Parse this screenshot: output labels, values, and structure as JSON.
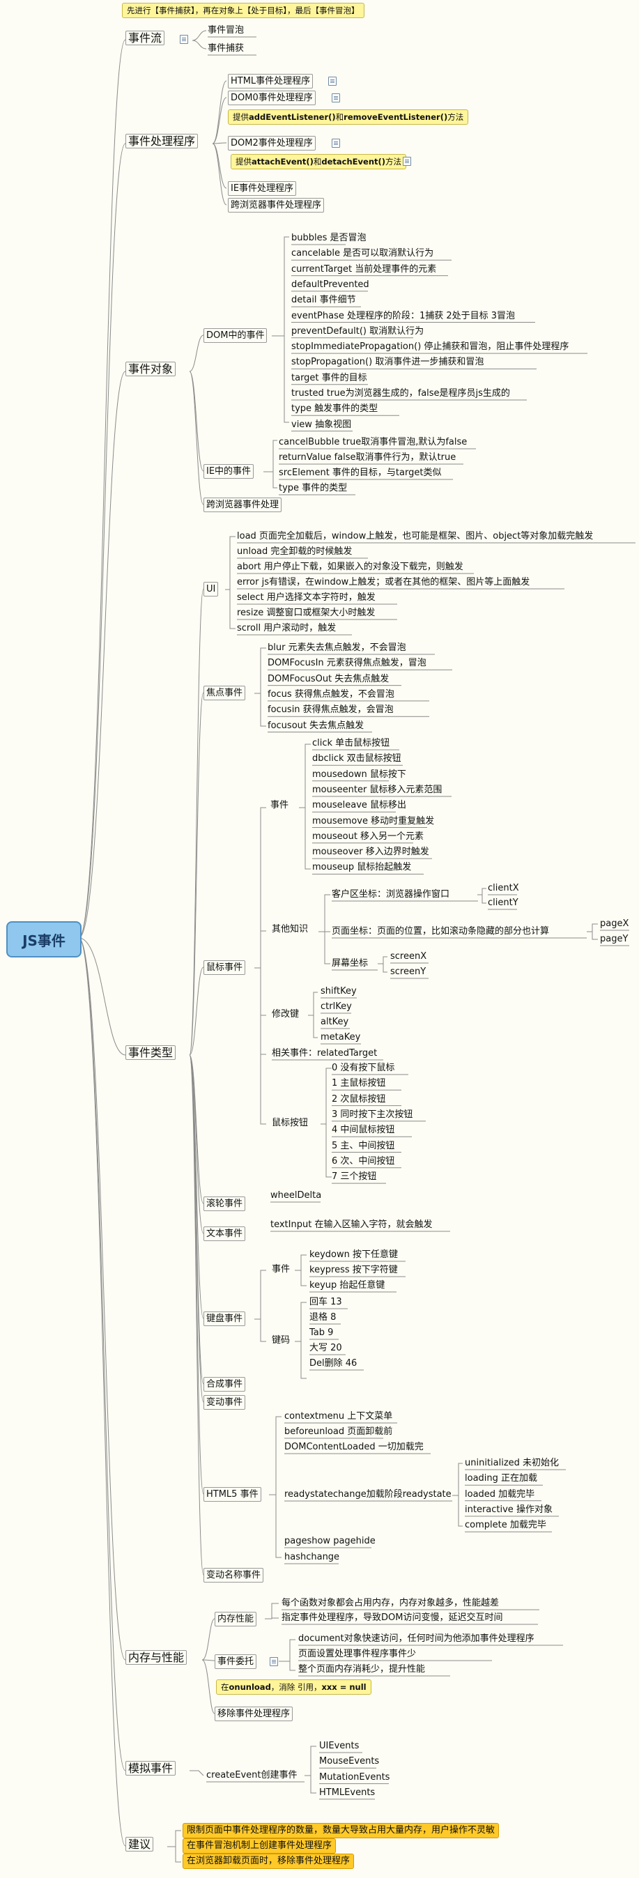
{
  "root": "JS事件",
  "topNote": "先进行【事件捕获】，再在对象上【处于目标】，最后【事件冒泡】",
  "flow": {
    "label": "事件流",
    "items": [
      "事件冒泡",
      "事件捕获"
    ]
  },
  "handler": {
    "label": "事件处理程序",
    "html": "HTML事件处理程序",
    "dom0": "DOM0事件处理程序",
    "dom2Pre": "提供",
    "dom2Add": "addEventListener()",
    "dom2Mid": "和",
    "dom2Remove": "removeEventListener()",
    "dom2Post": "方法",
    "dom2": "DOM2事件处理程序",
    "iePre": "提供",
    "ieAttach": "attachEvent()",
    "ieMid": "和",
    "ieDetach": "detachEvent()",
    "iePost": "方法",
    "ie": "IE事件处理程序",
    "cross": "跨浏览器事件处理程序"
  },
  "eventObj": {
    "label": "事件对象",
    "dom": {
      "label": "DOM中的事件",
      "items": [
        "bubbles 是否冒泡",
        "cancelable 是否可以取消默认行为",
        "currentTarget 当前处理事件的元素",
        "defaultPrevented",
        "detail 事件细节",
        "eventPhase 处理程序的阶段：1捕获 2处于目标 3冒泡",
        "preventDefault() 取消默认行为",
        "stopImmediatePropagation() 停止捕获和冒泡，阻止事件处理程序",
        "stopPropagation() 取消事件进一步捕获和冒泡",
        "target 事件的目标",
        "trusted true为浏览器生成的，false是程序员js生成的",
        "type 触发事件的类型",
        "view 抽象视图"
      ]
    },
    "ie": {
      "label": "IE中的事件",
      "items": [
        "cancelBubble true取消事件冒泡,默认为false",
        "returnValue false取消事件行为，默认true",
        "srcElement 事件的目标，与target类似",
        "type 事件的类型"
      ]
    },
    "cross": "跨浏览器事件处理"
  },
  "types": {
    "label": "事件类型",
    "ui": {
      "label": "UI",
      "items": [
        "load 页面完全加载后，window上触发，也可能是框架、图片、object等对象加载完触发",
        "unload 完全卸载的时候触发",
        "abort 用户停止下载，如果嵌入的对象没下载完，则触发",
        "error js有错误，在window上触发；或者在其他的框架、图片等上面触发",
        "select 用户选择文本字符时，触发",
        "resize 调整窗口或框架大小时触发",
        "scroll 用户滚动时，触发"
      ]
    },
    "focus": {
      "label": "焦点事件",
      "items": [
        "blur 元素失去焦点触发，不会冒泡",
        "DOMFocusIn 元素获得焦点触发，冒泡",
        "DOMFocusOut 失去焦点触发",
        "focus 获得焦点触发，不会冒泡",
        "focusin 获得焦点触发，会冒泡",
        "focusout 失去焦点触发"
      ]
    },
    "mouse": {
      "label": "鼠标事件",
      "eventsLabel": "事件",
      "events": [
        "click 单击鼠标按钮",
        "dbclick 双击鼠标按钮",
        "mousedown 鼠标按下",
        "mouseenter 鼠标移入元素范围",
        "mouseleave 鼠标移出",
        "mousemove 移动时重复触发",
        "mouseout 移入另一个元素",
        "mouseover 移入边界时触发",
        "mouseup 鼠标抬起触发"
      ],
      "otherLabel": "其他知识",
      "client": "客户区坐标：浏览器操作窗口",
      "clientX": "clientX",
      "clientY": "clientY",
      "page": "页面坐标：页面的位置，比如滚动条隐藏的部分也计算",
      "pageX": "pageX",
      "pageY": "pageY",
      "screen": "屏幕坐标",
      "screenX": "screenX",
      "screenY": "screenY",
      "modLabel": "修改键",
      "mods": [
        "shiftKey",
        "ctrlKey",
        "altKey",
        "metaKey"
      ],
      "related": "相关事件：relatedTarget",
      "buttonsLabel": "鼠标按钮",
      "buttons": [
        "0 没有按下鼠标",
        "1 主鼠标按钮",
        "2 次鼠标按钮",
        "3 同时按下主次按钮",
        "4 中间鼠标按钮",
        "5 主、中间按钮",
        "6 次、中间按钮",
        "7 三个按钮"
      ]
    },
    "wheel": {
      "label": "滚轮事件",
      "item": "wheelDelta"
    },
    "text": {
      "label": "文本事件",
      "item": "textInput 在输入区输入字符，就会触发"
    },
    "keyboard": {
      "label": "键盘事件",
      "eventsLabel": "事件",
      "events": [
        "keydown 按下任意键",
        "keypress 按下字符键",
        "keyup 抬起任意键"
      ],
      "codesLabel": "键码",
      "codes": [
        "回车 13",
        "退格 8",
        "Tab 9",
        "大写 20",
        "Del删除 46"
      ]
    },
    "composition": "合成事件",
    "mutation": "变动事件",
    "html5": {
      "label": "HTML5 事件",
      "items": [
        "contextmenu 上下文菜单",
        "beforeunload 页面卸载前",
        "DOMContentLoaded 一切加载完"
      ],
      "ready": "readystatechange加载阶段readystate",
      "states": [
        "uninitialized 未初始化",
        "loading 正在加载",
        "loaded 加载完毕",
        "interactive 操作对象",
        "complete 加载完毕"
      ],
      "pageshow": "pageshow pagehide",
      "hashchange": "hashchange"
    },
    "mutationName": "变动名称事件"
  },
  "memory": {
    "label": "内存与性能",
    "mem": {
      "label": "内存性能",
      "items": [
        "每个函数对象都会占用内存，内存对象越多，性能越差",
        "指定事件处理程序，导致DOM访问变慢，延迟交互时间"
      ]
    },
    "deleg": {
      "label": "事件委托",
      "items": [
        "document对象快速访问，任何时间为他添加事件处理程序",
        "页面设置处理事件程序事件少",
        "整个页面内存消耗少，提升性能"
      ]
    },
    "notePre": "在",
    "noteB1": "onunload",
    "noteMid": "，消除 引用，",
    "noteB2": "xxx = null",
    "remove": "移除事件处理程序"
  },
  "simulate": {
    "label": "模拟事件",
    "create": "createEvent创建事件",
    "items": [
      "UIEvents",
      "MouseEvents",
      "MutationEvents",
      "HTMLEvents"
    ]
  },
  "advice": {
    "label": "建议",
    "items": [
      "限制页面中事件处理程序的数量，数量大导致占用大量内存，用户操作不灵敏",
      "在事件冒泡机制上创建事件处理程序",
      "在浏览器卸载页面时，移除事件处理程序"
    ]
  },
  "colors": {
    "line": "#888888",
    "root": "#8fc7ee",
    "note": "#fff59a",
    "callout": "#ffc928"
  }
}
